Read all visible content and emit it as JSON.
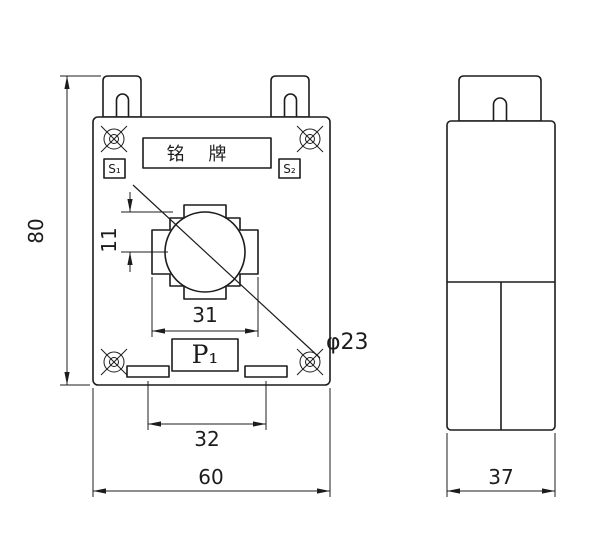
{
  "front_view": {
    "nameplate_label": "铭 牌",
    "terminal_s1": "S₁",
    "terminal_s2": "S₂",
    "terminal_p1": "P₁"
  },
  "dimensions": {
    "overall_height": "80",
    "window_center_offset": "11",
    "window_width": "31",
    "slot_spacing": "32",
    "overall_width": "60",
    "side_depth": "37",
    "hole_diameter": "φ23"
  },
  "colors": {
    "line": "#1c1c1c",
    "background": "#ffffff"
  }
}
